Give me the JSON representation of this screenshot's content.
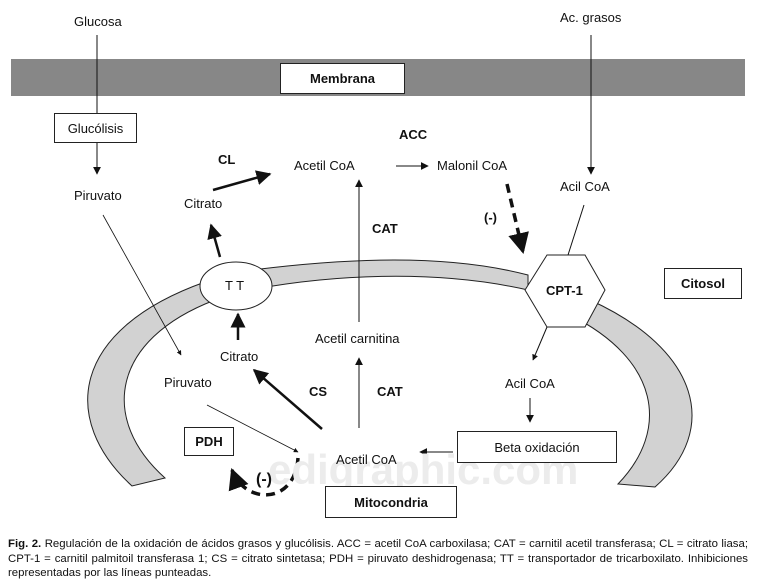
{
  "figure": {
    "inputs": {
      "glucose": "Glucosa",
      "fatty_acids": "Ac. grasos"
    },
    "compartments": {
      "membrane": "Membrana",
      "cytosol": "Citosol",
      "mitochondria": "Mitocondria"
    },
    "cytosol_nodes": {
      "glycolysis": "Glucólisis",
      "pyruvate": "Piruvato",
      "citrate": "Citrato",
      "acetyl_coa": "Acetil CoA",
      "malonyl_coa": "Malonil CoA",
      "acyl_coa": "Acil CoA"
    },
    "transporters": {
      "tt": "T T",
      "cpt1": "CPT-1"
    },
    "mito_nodes": {
      "pyruvate": "Piruvato",
      "citrate": "Citrato",
      "acetyl_carnitine": "Acetil carnitina",
      "acyl_coa": "Acil CoA",
      "beta_oxidation": "Beta oxidación",
      "acetyl_coa": "Acetil CoA",
      "pdh": "PDH"
    },
    "enzymes": {
      "cl": "CL",
      "acc": "ACC",
      "cat_upper": "CAT",
      "cat_lower": "CAT",
      "cs": "CS"
    },
    "inhibitions": {
      "malonyl_on_cpt1": "(-)",
      "on_pdh": "(-)"
    },
    "watermark": "edigraphic.com",
    "colors": {
      "plasma_membrane": "#878787",
      "mito_membrane": "#d2d2d2",
      "outline": "#222222"
    }
  },
  "caption": {
    "label": "Fig. 2.",
    "text": "Regulación de la oxidación de ácidos grasos y glucólisis. ACC = acetil CoA carboxilasa; CAT = carnitil acetil transferasa; CL = citrato liasa; CPT-1 = carnitil palmitoil transferasa 1; CS = citrato sintetasa; PDH = piruvato deshidrogenasa; TT = transportador de tricarboxilato. Inhibiciones representadas por las líneas punteadas."
  }
}
